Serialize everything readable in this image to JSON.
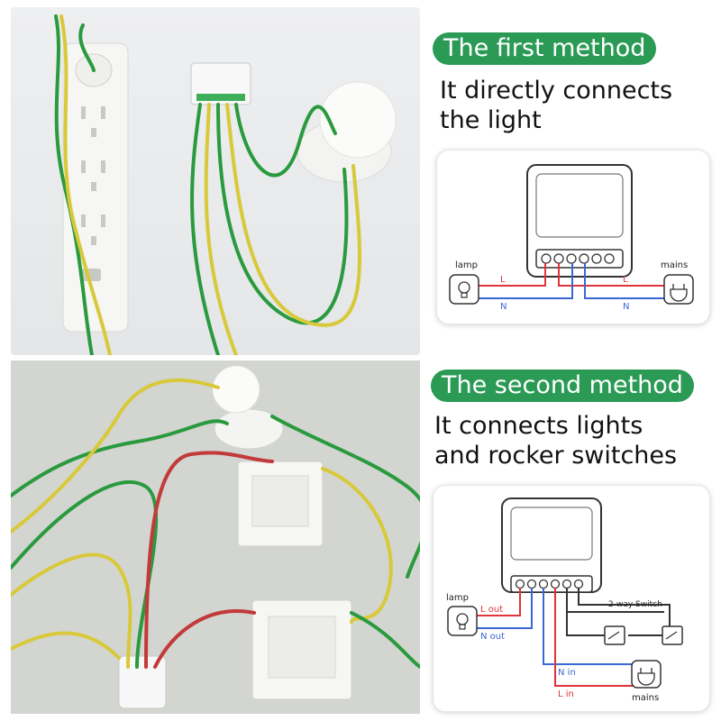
{
  "method1": {
    "title": "The first method",
    "desc_line1": "It directly connects",
    "desc_line2": "the light",
    "diagram": {
      "lamp": "lamp",
      "mains": "mains",
      "l_left": "L",
      "l_right": "L",
      "n_left": "N",
      "n_right": "N"
    }
  },
  "method2": {
    "title": "The second method",
    "desc_line1": "It connects lights",
    "desc_line2": "and rocker switches",
    "diagram": {
      "lamp": "lamp",
      "mains": "mains",
      "l_out": "L out",
      "n_out": "N out",
      "n_in": "N in",
      "l_in": "L in",
      "switch": "2-way Switch"
    }
  },
  "colors": {
    "accent": "#2a9a55",
    "live": "#e0333a",
    "neutral": "#3a66d6",
    "wire_green": "#2a9a3e",
    "wire_yellow": "#d8c93a"
  }
}
